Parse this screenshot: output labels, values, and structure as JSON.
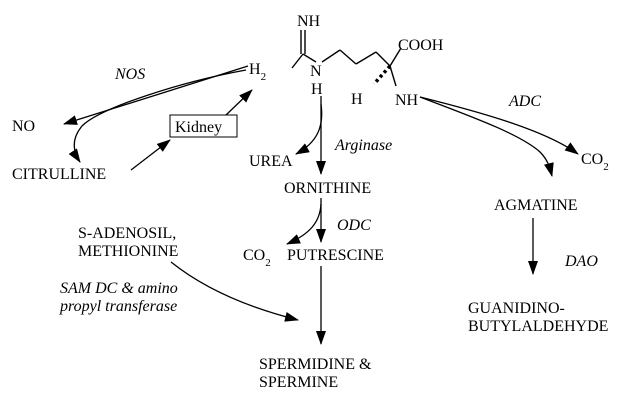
{
  "molecule": {
    "nh_top": "NH",
    "h2": "H",
    "h2_sub": "2",
    "n_left": "N",
    "h_under_n": "H",
    "cooh": "COOH",
    "h_chiral": "H",
    "nh_right": "NH"
  },
  "enzymes": {
    "nos": "NOS",
    "arginase": "Arginase",
    "adc": "ADC",
    "odc": "ODC",
    "dao": "DAO",
    "samdc_line1": "SAM DC & amino",
    "samdc_line2": "propyl transferase"
  },
  "products": {
    "no": "NO",
    "citrulline": "CITRULLINE",
    "kidney": "Kidney",
    "urea": "UREA",
    "ornithine": "ORNITHINE",
    "co2_a": "CO",
    "co2_a_sub": "2",
    "putrescine": "PUTRESCINE",
    "co2_b": "CO",
    "co2_b_sub": "2",
    "agmatine": "AGMATINE",
    "sam_line1": "S-ADENOSIL,",
    "sam_line2": "METHIONINE",
    "gba_line1": "GUANIDINO-",
    "gba_line2": "BUTYLALDEHYDE",
    "spermidine_line1": "SPERMIDINE &",
    "spermidine_line2": "SPERMINE"
  }
}
